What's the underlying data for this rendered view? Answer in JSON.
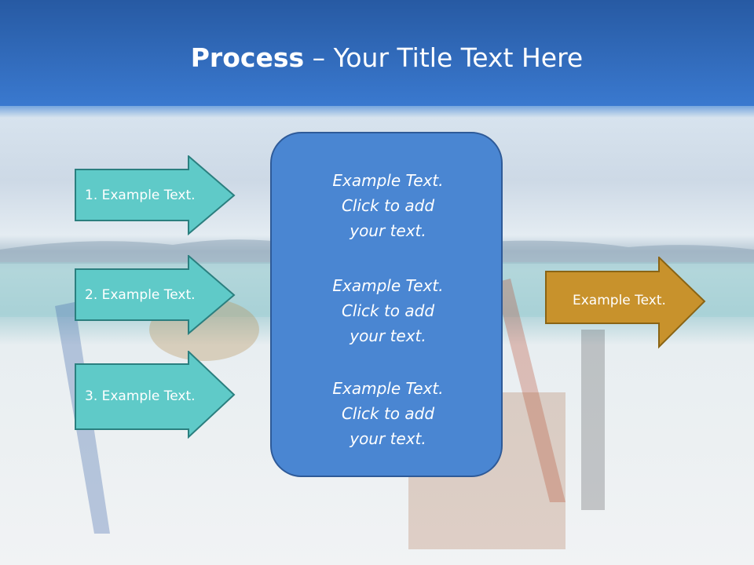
{
  "slide": {
    "title_bold": "Process",
    "title_rest": " – Your Title Text Here"
  },
  "left_arrows": [
    {
      "label": "1. Example Text."
    },
    {
      "label": "2. Example Text."
    },
    {
      "label": "3. Example Text."
    }
  ],
  "center_box": {
    "paragraphs": [
      "Example Text.\nClick  to add\nyour text.",
      "Example Text.\nClick  to add\nyour text.",
      "Example Text.\nClick  to add\nyour text."
    ]
  },
  "right_arrow": {
    "label": "Example Text."
  },
  "colors": {
    "header": "#2f6bc0",
    "left_arrow_fill": "#5fcac8",
    "left_arrow_border": "#2b7f7f",
    "center_fill": "#4a86d2",
    "center_border": "#2e5a98",
    "right_arrow_fill": "#c8922c",
    "right_arrow_border": "#8a6414"
  }
}
